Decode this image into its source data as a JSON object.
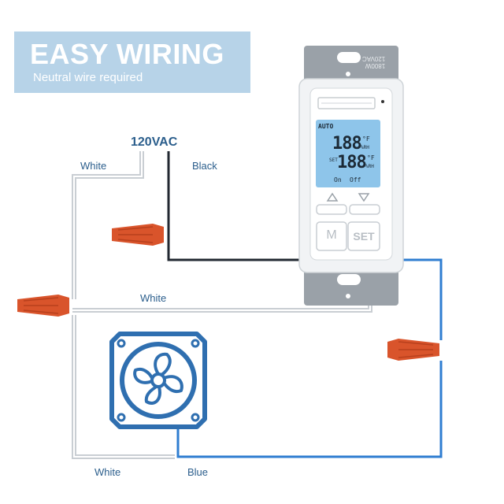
{
  "header": {
    "title": "EASY WIRING",
    "subtitle": "Neutral wire required"
  },
  "labels": {
    "source_voltage": "120VAC",
    "white_top": "White",
    "black": "Black",
    "white_middle": "White",
    "white_bottom": "White",
    "blue": "Blue"
  },
  "switch": {
    "plate_text_line1": "1800W",
    "plate_text_line2": "120VAC",
    "mode_auto": "AUTO",
    "display_top_value": "188",
    "display_top_unit": "°F",
    "display_top_sub": "%RH",
    "display_set_label": "SET",
    "display_bottom_value": "188",
    "display_bottom_unit": "°F",
    "display_bottom_sub": "%RH",
    "on_label": "On",
    "off_label": "Off",
    "button_m": "M",
    "button_set": "SET"
  },
  "colors": {
    "banner": "#b7d3e8",
    "label_text": "#2b5e8c",
    "white_wire": "#c9ced3",
    "black_wire": "#222831",
    "blue_wire": "#2f7ed1",
    "wire_nut": "#d9542b",
    "fan": "#2f6fb0",
    "lcd": "#8ec5ea"
  }
}
